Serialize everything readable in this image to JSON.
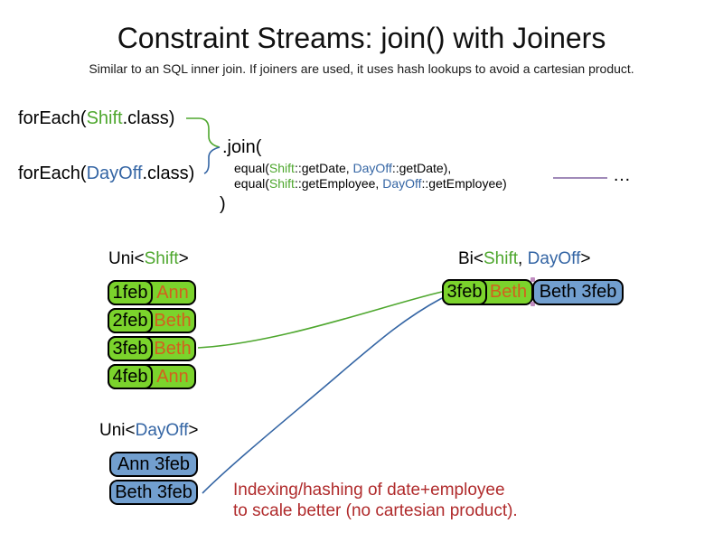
{
  "slide": {
    "title": "Constraint Streams: join() with Joiners",
    "subtitle": "Similar to an SQL inner join. If joiners are used, it uses hash lookups to avoid a cartesian product."
  },
  "code": {
    "foreach_shift": {
      "pre": "forEach(",
      "class_name": "Shift",
      "post": ".class)"
    },
    "foreach_dayoff": {
      "pre": "forEach(",
      "class_name": "DayOff",
      "post": ".class)"
    },
    "join_open": ".join(",
    "joiner1": {
      "pre": "equal(",
      "left_class": "Shift",
      "left_rest": "::getDate, ",
      "right_class": "DayOff",
      "right_rest": "::getDate),"
    },
    "joiner2": {
      "pre": "equal(",
      "left_class": "Shift",
      "left_rest": "::getEmployee, ",
      "right_class": "DayOff",
      "right_rest": "::getEmployee)"
    },
    "join_close": ")",
    "ellipsis": "…"
  },
  "uni_shift": {
    "title": {
      "pre": "Uni<",
      "class_name": "Shift",
      "post": ">"
    },
    "rows": [
      {
        "date": "1feb",
        "employee": "Ann"
      },
      {
        "date": "2feb",
        "employee": "Beth"
      },
      {
        "date": "3feb",
        "employee": "Beth"
      },
      {
        "date": "4feb",
        "employee": "Ann"
      }
    ]
  },
  "bi": {
    "title": {
      "pre": "Bi<",
      "class1": "Shift",
      "sep": ", ",
      "class2": "DayOff",
      "post": ">"
    },
    "row": {
      "shift_date": "3feb",
      "shift_employee": "Beth",
      "dayoff": "Beth 3feb"
    }
  },
  "uni_dayoff": {
    "title": {
      "pre": "Uni<",
      "class_name": "DayOff",
      "post": ">"
    },
    "rows": [
      {
        "label": "Ann 3feb"
      },
      {
        "label": "Beth 3feb"
      }
    ]
  },
  "note": {
    "line1": "Indexing/hashing of date+employee",
    "line2": "to scale better (no cartesian product)."
  },
  "colors": {
    "shift_green_text": "#4EA72E",
    "dayoff_blue_text": "#3465A4",
    "employee_orange_text": "#D2611E",
    "green_fill": "#7BD32C",
    "blue_fill": "#729FCF",
    "note_red": "#B02B2C",
    "connector_purple": "#8064A2"
  }
}
